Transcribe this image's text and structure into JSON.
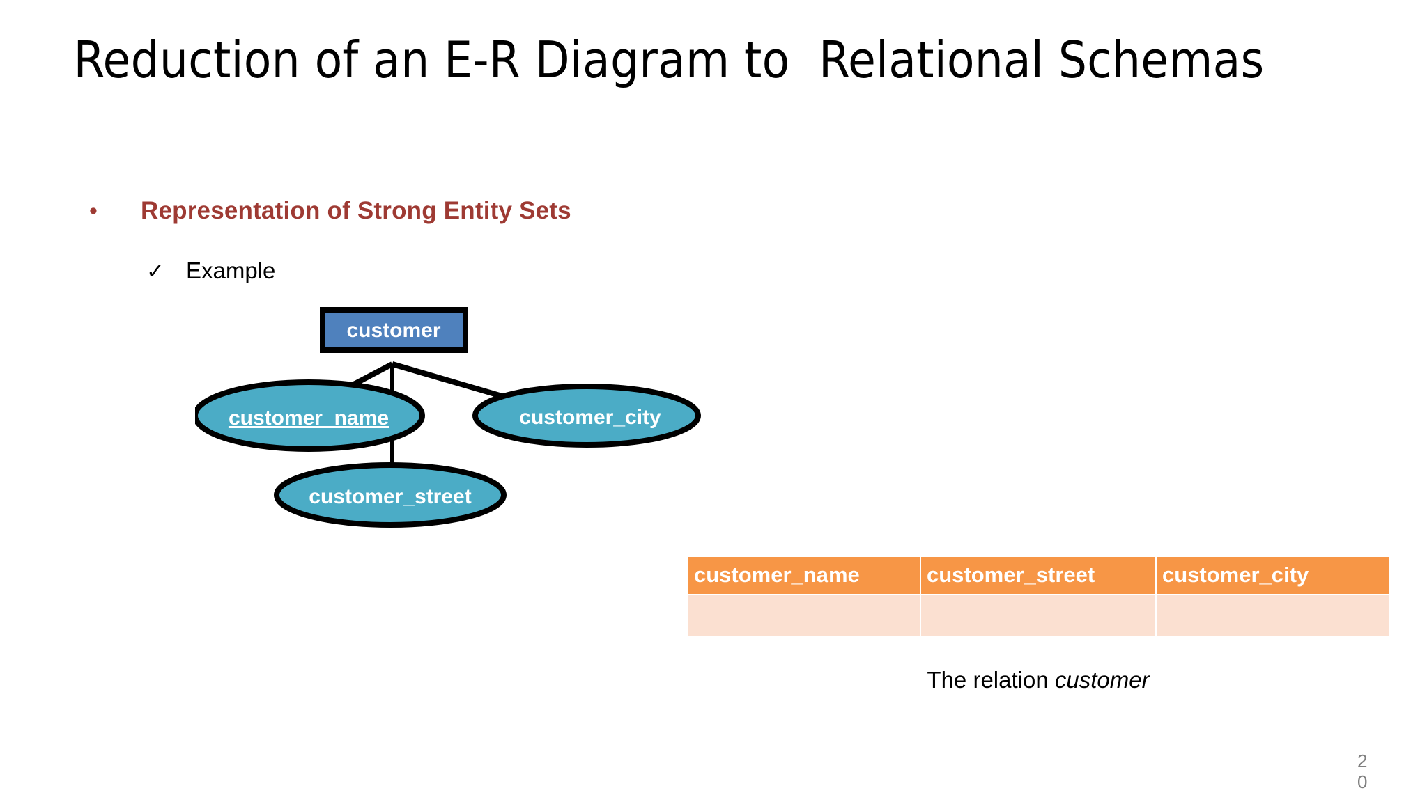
{
  "slide": {
    "title": "Reduction of an E-R Diagram to  Relational Schemas",
    "page_number": "20"
  },
  "bullets": {
    "level1": {
      "marker": "•",
      "text": "Representation of Strong Entity Sets",
      "color": "#9E3A33"
    },
    "level2": {
      "marker": "✓",
      "text": "Example",
      "color": "#000000"
    }
  },
  "er_diagram": {
    "entity": {
      "label": "customer",
      "fill": "#4F81BD",
      "stroke": "#000000",
      "text_color": "#FFFFFF"
    },
    "attributes": [
      {
        "label": "customer_name",
        "underlined": true,
        "fill": "#4BACC6"
      },
      {
        "label": "customer_city",
        "underlined": false,
        "fill": "#4BACC6"
      },
      {
        "label": "customer_street",
        "underlined": false,
        "fill": "#4BACC6"
      }
    ],
    "edge_color": "#000000"
  },
  "relation": {
    "columns": [
      "customer_name",
      "customer_street",
      "customer_city"
    ],
    "rows": [
      [
        "",
        "",
        ""
      ]
    ],
    "header_fill": "#F79646",
    "row_fill": "#FBE0D1",
    "header_text_color": "#FFFFFF",
    "caption_prefix": "The relation ",
    "caption_name": "customer"
  }
}
